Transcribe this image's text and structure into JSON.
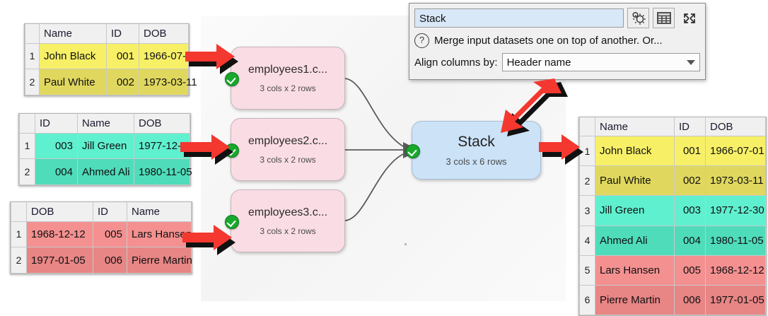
{
  "app": {
    "canvas_bg": "#f7f7f7",
    "accent_red": "#f4372f",
    "node_source_color": "#fadde4",
    "node_op_color": "#cbe2f7"
  },
  "properties_panel": {
    "name_value": "Stack",
    "name_placeholder": "Stack",
    "description": "Merge input datasets one on top of another. Or...",
    "help_icon": "?",
    "align_label": "Align columns by:",
    "align_value": "Header name",
    "buttons": [
      {
        "name": "options-gear-icon",
        "label": ""
      },
      {
        "name": "table-view-icon",
        "label": ""
      },
      {
        "name": "expand-fullscreen-icon",
        "label": ""
      }
    ]
  },
  "flow": {
    "nodes": [
      {
        "id": "employees1",
        "title": "employees1.c...",
        "sub": "3 cols x 2 rows",
        "kind": "source",
        "status": "ok"
      },
      {
        "id": "employees2",
        "title": "employees2.c...",
        "sub": "3 cols x 2 rows",
        "kind": "source",
        "status": "ok"
      },
      {
        "id": "employees3",
        "title": "employees3.c...",
        "sub": "3 cols x 2 rows",
        "kind": "source",
        "status": "ok"
      },
      {
        "id": "stack",
        "title": "Stack",
        "sub": "3 cols x 6 rows",
        "kind": "operation",
        "status": "ok",
        "caret": "ʌ"
      }
    ]
  },
  "input_tables": [
    {
      "id": "employees1",
      "headers": [
        "Name",
        "ID",
        "DOB"
      ],
      "align": [
        "left",
        "right",
        "left"
      ],
      "rows": [
        {
          "n": "1",
          "cells": [
            "John Black",
            "001",
            "1966-07-01"
          ],
          "tint": "t-yellow"
        },
        {
          "n": "2",
          "cells": [
            "Paul White",
            "002",
            "1973-03-11"
          ],
          "tint": "t-yellow2"
        }
      ]
    },
    {
      "id": "employees2",
      "headers": [
        "ID",
        "Name",
        "DOB"
      ],
      "align": [
        "right",
        "left",
        "left"
      ],
      "rows": [
        {
          "n": "1",
          "cells": [
            "003",
            "Jill Green",
            "1977-12-30"
          ],
          "tint": "t-teal"
        },
        {
          "n": "2",
          "cells": [
            "004",
            "Ahmed Ali",
            "1980-11-05"
          ],
          "tint": "t-teal2"
        }
      ]
    },
    {
      "id": "employees3",
      "headers": [
        "DOB",
        "ID",
        "Name"
      ],
      "align": [
        "left",
        "right",
        "left"
      ],
      "rows": [
        {
          "n": "1",
          "cells": [
            "1968-12-12",
            "005",
            "Lars Hansen"
          ],
          "tint": "t-red"
        },
        {
          "n": "2",
          "cells": [
            "1977-01-05",
            "006",
            "Pierre Martin"
          ],
          "tint": "t-red2"
        }
      ]
    }
  ],
  "output_table": {
    "id": "stack-result",
    "headers": [
      "Name",
      "ID",
      "DOB"
    ],
    "align": [
      "left",
      "right",
      "left"
    ],
    "rows": [
      {
        "n": "1",
        "cells": [
          "John Black",
          "001",
          "1966-07-01"
        ],
        "tint": "t-yellow"
      },
      {
        "n": "2",
        "cells": [
          "Paul White",
          "002",
          "1973-03-11"
        ],
        "tint": "t-yellow2"
      },
      {
        "n": "3",
        "cells": [
          "Jill Green",
          "003",
          "1977-12-30"
        ],
        "tint": "t-teal"
      },
      {
        "n": "4",
        "cells": [
          "Ahmed Ali",
          "004",
          "1980-11-05"
        ],
        "tint": "t-teal2"
      },
      {
        "n": "5",
        "cells": [
          "Lars Hansen",
          "005",
          "1968-12-12"
        ],
        "tint": "t-red"
      },
      {
        "n": "6",
        "cells": [
          "Pierre Martin",
          "006",
          "1977-01-05"
        ],
        "tint": "t-red2"
      }
    ]
  },
  "annotations": [
    {
      "name": "arrow-to-employees1",
      "direction": "right"
    },
    {
      "name": "arrow-to-employees2",
      "direction": "right"
    },
    {
      "name": "arrow-to-employees3",
      "direction": "right"
    },
    {
      "name": "arrow-to-stack-node",
      "direction": "down-left"
    },
    {
      "name": "arrow-to-output-table",
      "direction": "right"
    }
  ]
}
